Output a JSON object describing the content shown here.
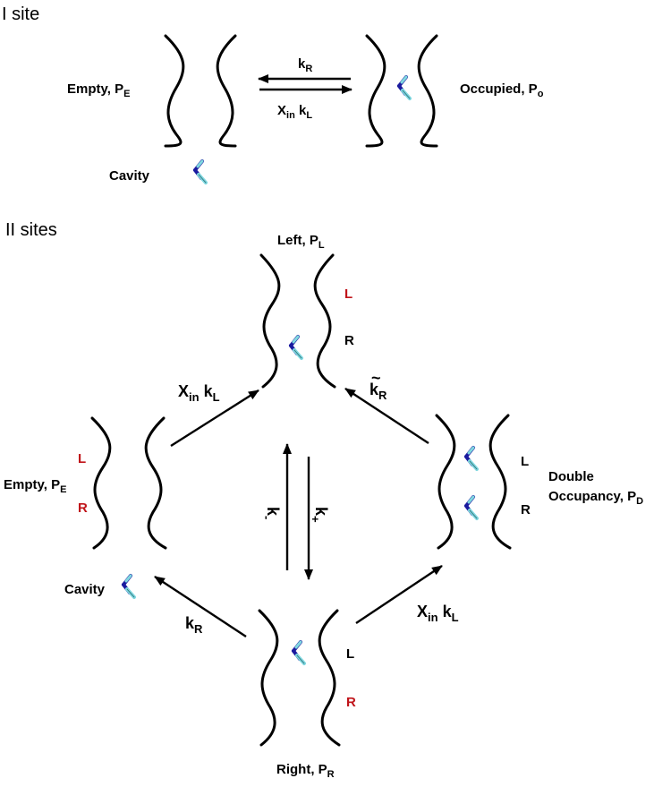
{
  "colors": {
    "site_label_red": "#c0141a",
    "molecule_dark": "#1a1a9e",
    "molecule_light": "#7fd8e0"
  },
  "one_site": {
    "header": "I site",
    "empty": {
      "label": "Empty, P",
      "sub": "E"
    },
    "occupied": {
      "label": "Occupied, P",
      "sub": "o"
    },
    "rate_top": {
      "label": "k",
      "sub": "R"
    },
    "rate_bottom": {
      "x": "X",
      "x_sub": "in",
      "k": " k",
      "k_sub": "L"
    },
    "cavity_label": "Cavity"
  },
  "two_sites": {
    "header": "II sites",
    "left_state": {
      "label": "Left, P",
      "sub": "L"
    },
    "right_state": {
      "label": "Right, P",
      "sub": "R"
    },
    "empty_state": {
      "label": "Empty, P",
      "sub": "E"
    },
    "double_state": {
      "line1": "Double",
      "line2": "Occupancy, P",
      "sub": "D"
    },
    "cavity_label": "Cavity",
    "site_L": "L",
    "site_R": "R",
    "rate_empty_to_left": {
      "x": "X",
      "x_sub": "in",
      "k": " k",
      "k_sub": "L"
    },
    "rate_double_to_left": {
      "accent": "~",
      "k": "k",
      "k_sub": "R"
    },
    "rate_right_to_empty": {
      "k": "k",
      "k_sub": "R"
    },
    "rate_right_to_double": {
      "x": "X",
      "x_sub": "in",
      "k": " k",
      "k_sub": "L"
    },
    "rate_minus": {
      "k": "k",
      "k_sub": "-"
    },
    "rate_plus": {
      "k": "k",
      "k_sub": "+"
    }
  }
}
